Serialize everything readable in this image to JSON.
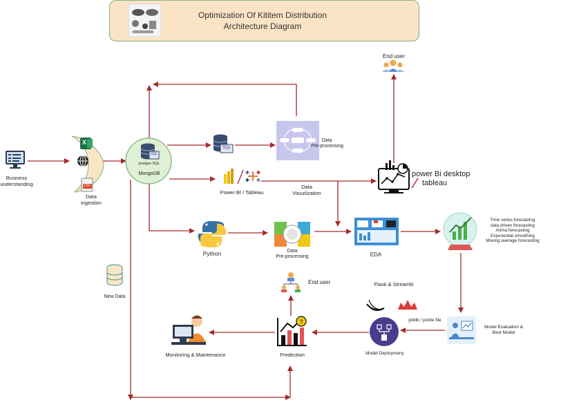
{
  "title": {
    "line1": "Optimization Of Kititem Distribution",
    "line2": "Architecture Diagram"
  },
  "labels": {
    "business": [
      "Business",
      "understanding"
    ],
    "ingestion": [
      "Data",
      "ingestion"
    ],
    "postgres": "postgre SQL",
    "mongodb": "MongoDB",
    "sql_icon": "SQL",
    "csv_icon": "CSV",
    "excel_icon": "X",
    "data_preprocessing_top": [
      "Data",
      "Pre-processing"
    ],
    "powerbi_tableau": "Power BI / Tableau",
    "data_visualization": [
      "Data",
      "Visuzlization"
    ],
    "powerbi_desktop": [
      "power Bi desktop",
      "tableau"
    ],
    "end_user_top": "End user",
    "python": "Python",
    "data_preprocessing_mid": [
      "Data",
      "Pre-processing"
    ],
    "eda": "EDA",
    "forecasting": [
      "Time series forecasting",
      "data driven forecasting",
      "Arima forecasting",
      "Exponential smoothing",
      "Moving average forecasting"
    ],
    "model_eval": [
      "Model Evaluation &",
      "Best Model"
    ],
    "joblib": "joblib / pickle file",
    "flask": "Flask & Streamlit",
    "model_deploy": "Model Deploymeny",
    "prediction": "Predection",
    "end_user_bottom": "End user",
    "monitoring": "Monitoring & Maintenance",
    "new_data": "New Data"
  },
  "colors": {
    "arrow": "#a52a2a",
    "title_fill": "#fbe3c6",
    "title_border": "#7fb27f",
    "ingestion_fill": "#f7e6c4",
    "mongo_fill": "#dff0d4",
    "db_icon": "#3a4b6e",
    "python_blue": "#3572a5",
    "python_yellow": "#f6c93f",
    "eda_blue": "#3a8fd6",
    "purple_panel": "#c9c6ee",
    "deploy_purple": "#4b3c8e",
    "user_blue": "#5b8bd6",
    "user_orange": "#f0a94a"
  },
  "icons": [
    "title-thumbnail-icon",
    "business-understanding-icon",
    "excel-icon",
    "globe-icon",
    "csv-icon",
    "database-icon",
    "sql-database-icon",
    "preprocessing-cycle-icon",
    "powerbi-icon",
    "tableau-icon",
    "dashboard-icon",
    "end-user-group-icon",
    "python-icon",
    "preprocessing-puzzle-icon",
    "eda-monitor-icon",
    "forecast-crystal-ball-icon",
    "model-evaluation-icon",
    "flask-icon",
    "streamlit-crown-icon",
    "model-deployment-icon",
    "prediction-chart-icon",
    "end-user-hierarchy-icon",
    "monitoring-person-icon",
    "new-data-cylinder-icon"
  ]
}
